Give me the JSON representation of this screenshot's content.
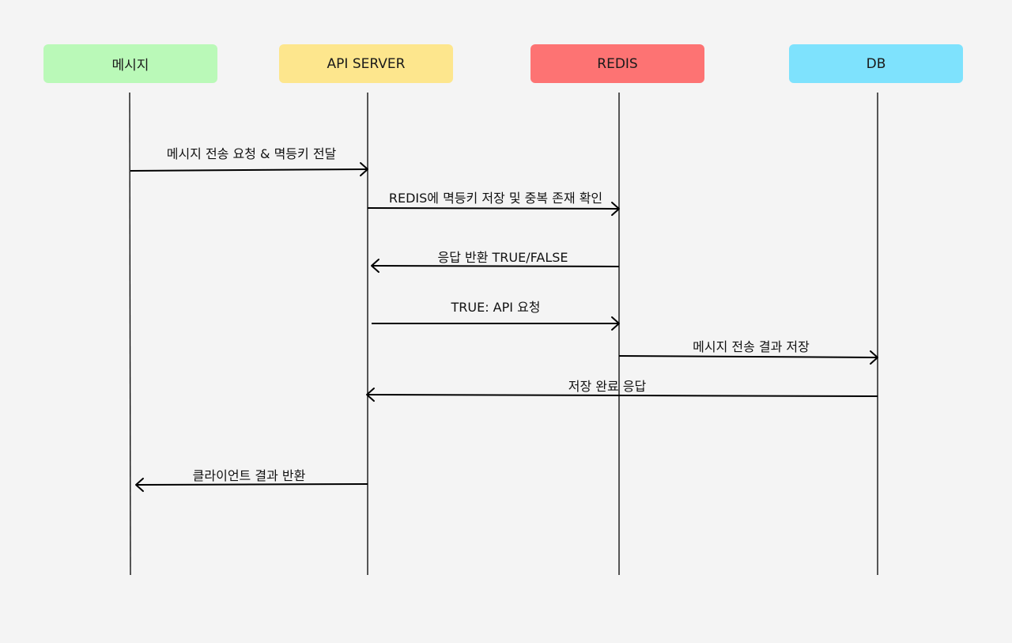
{
  "actors": [
    {
      "label": "메시지",
      "color": "#baf9b8"
    },
    {
      "label": "API SERVER",
      "color": "#fde68d"
    },
    {
      "label": "REDIS",
      "color": "#fd7373"
    },
    {
      "label": "DB",
      "color": "#7ee2fd"
    }
  ],
  "messages": [
    {
      "from": "메시지",
      "to": "API SERVER",
      "label": "메시지 전송 요청 & 멱등키 전달"
    },
    {
      "from": "API SERVER",
      "to": "REDIS",
      "label": "REDIS에 멱등키 저장 및 중복 존재 확인"
    },
    {
      "from": "REDIS",
      "to": "API SERVER",
      "label": "응답 반환 TRUE/FALSE"
    },
    {
      "from": "API SERVER",
      "to": "REDIS",
      "label": "TRUE: API 요청"
    },
    {
      "from": "REDIS",
      "to": "DB",
      "label": "메시지 전송 결과 저장"
    },
    {
      "from": "DB",
      "to": "API SERVER",
      "label": "저장 완료 응답"
    },
    {
      "from": "API SERVER",
      "to": "메시지",
      "label": "클라이언트 결과 반환"
    }
  ]
}
